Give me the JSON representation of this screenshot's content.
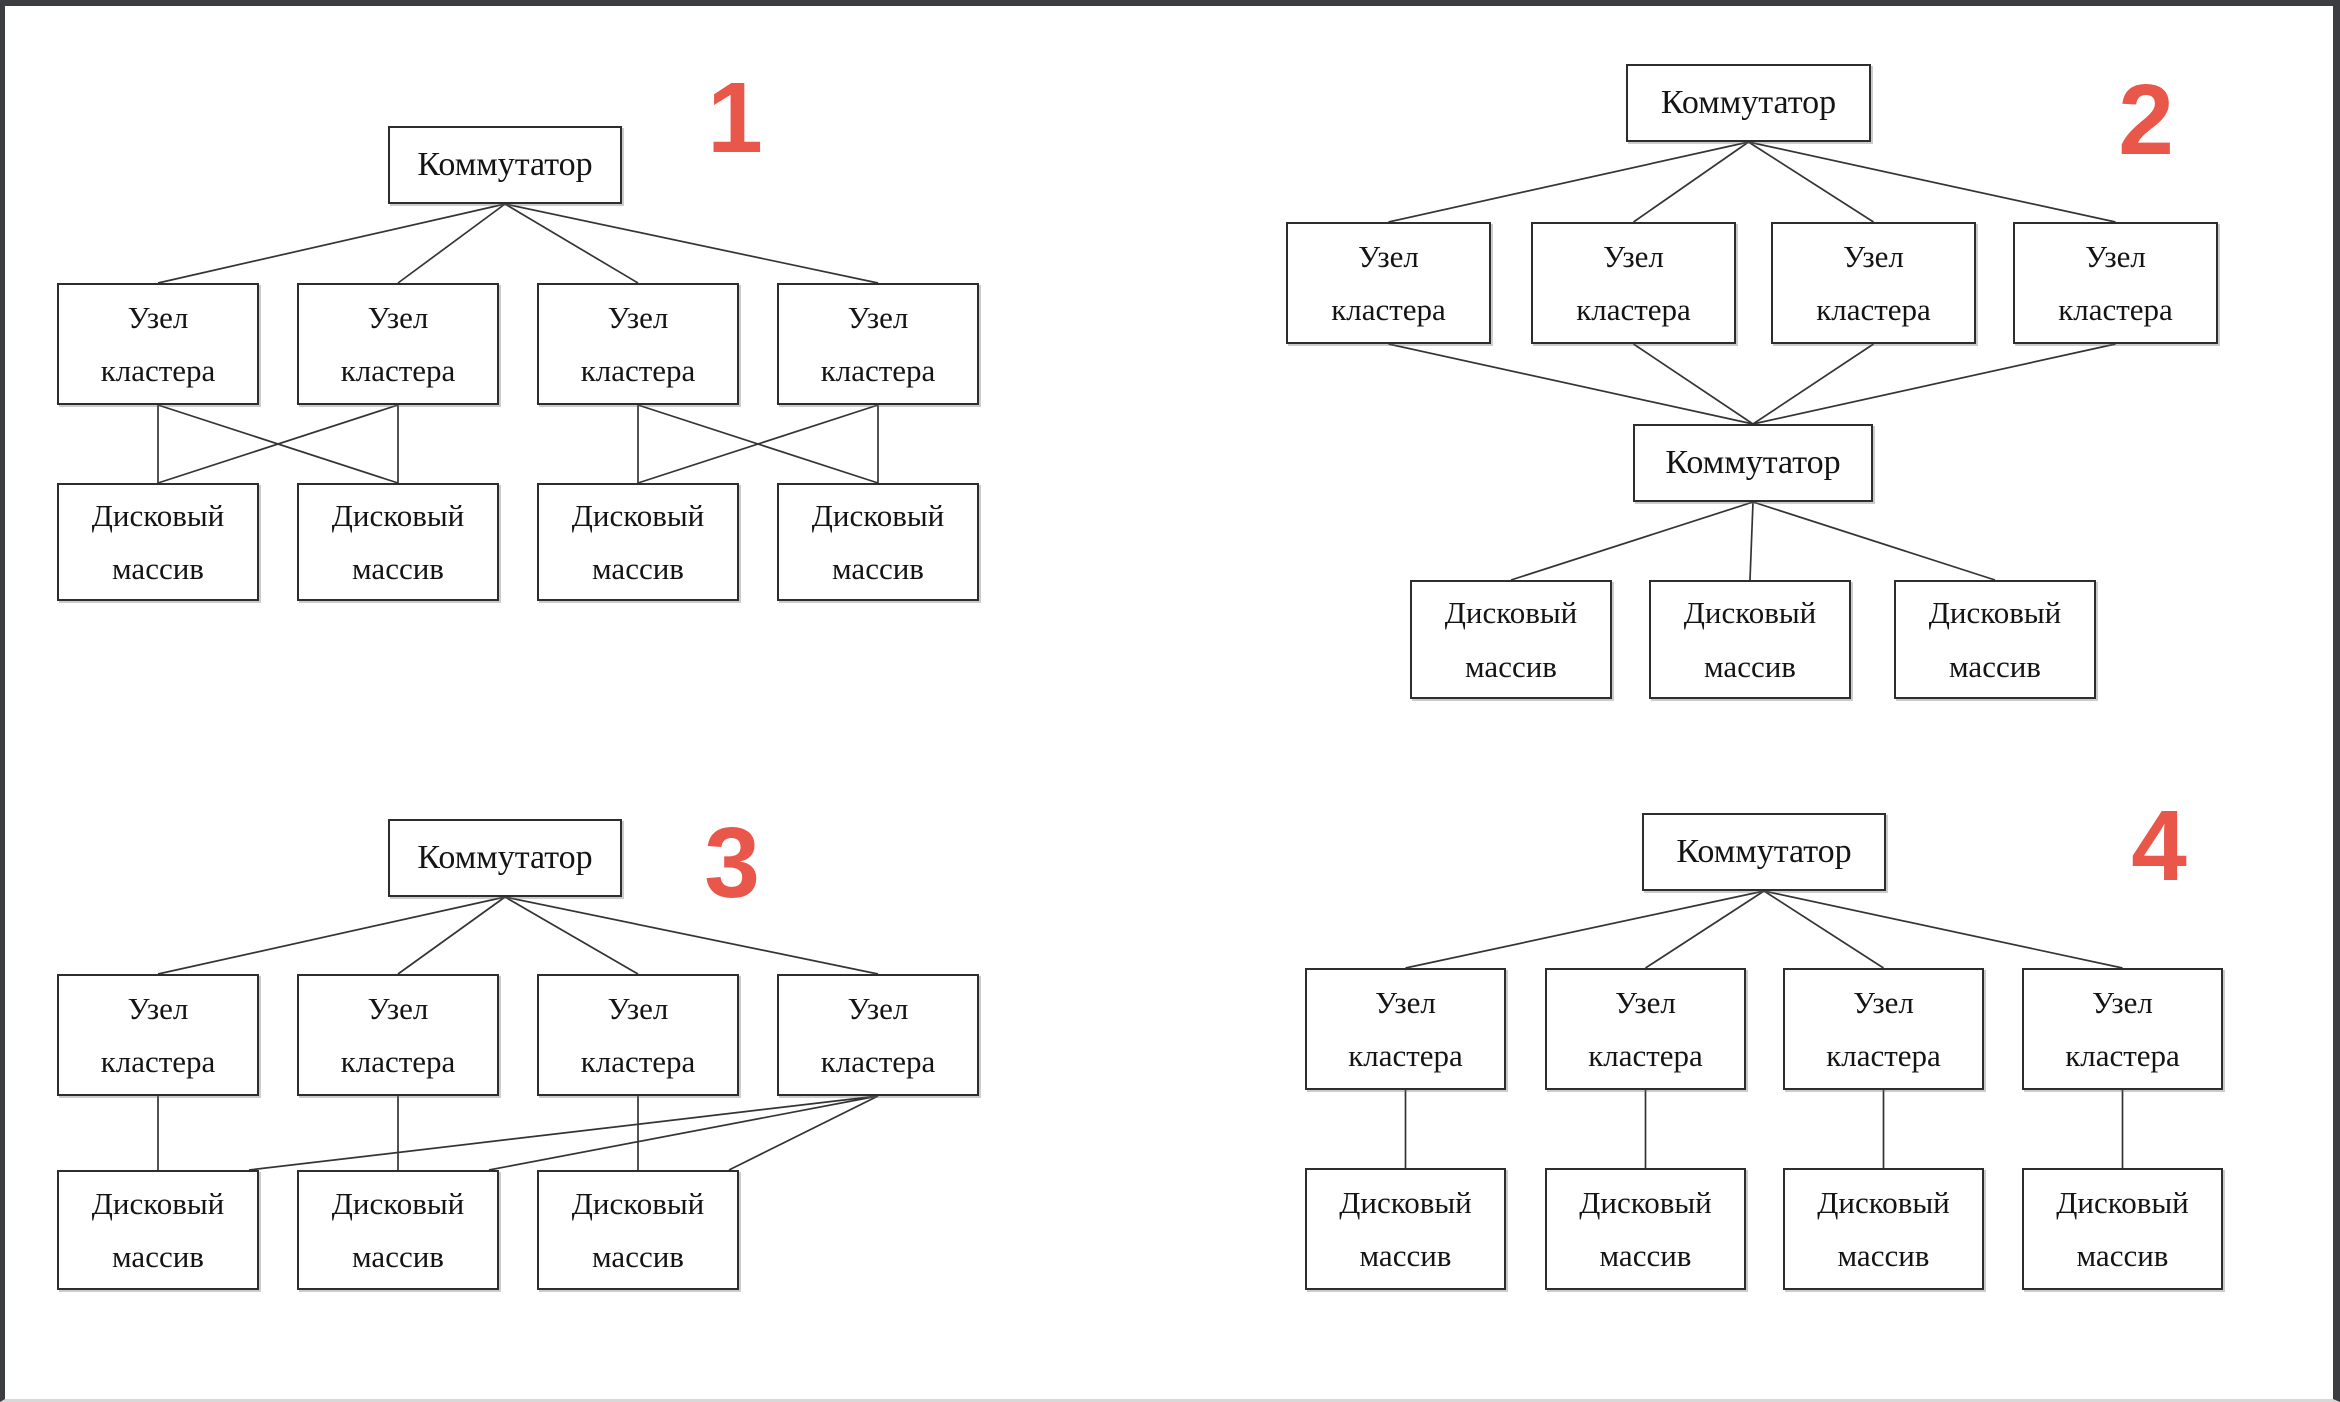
{
  "frame": {
    "background": "#ffffff",
    "border_color": "#3b3d41"
  },
  "style_colors": {
    "badge_color": "#e9564a",
    "line_color": "#343434",
    "box_border_color": "#2d2d2d"
  },
  "labels": {
    "switch": "Коммутатор",
    "node_lines": [
      "Узел",
      "кластера"
    ],
    "disk_lines": [
      "Дисковый",
      "массив"
    ]
  },
  "diagrams": [
    {
      "number": "1",
      "switch_count": 1,
      "node_count": 4,
      "disk_count": 4,
      "edges": [
        "sw>n1",
        "sw>n2",
        "sw>n3",
        "sw>n4",
        "n1>d1",
        "n1>d2",
        "n2>d1",
        "n2>d2",
        "n3>d3",
        "n3>d4",
        "n4>d3",
        "n4>d4"
      ]
    },
    {
      "number": "2",
      "switch_count": 2,
      "node_count": 4,
      "disk_count": 3,
      "edges": [
        "sw1>n1",
        "sw1>n2",
        "sw1>n3",
        "sw1>n4",
        "n1>sw2",
        "n2>sw2",
        "n3>sw2",
        "n4>sw2",
        "sw2>d1",
        "sw2>d2",
        "sw2>d3"
      ]
    },
    {
      "number": "3",
      "switch_count": 1,
      "node_count": 4,
      "disk_count": 3,
      "edges": [
        "sw>n1",
        "sw>n2",
        "sw>n3",
        "sw>n4",
        "n1>d1",
        "n2>d2",
        "n3>d3",
        "n4>d1:tr",
        "n4>d2:tr",
        "n4>d3:tr"
      ]
    },
    {
      "number": "4",
      "switch_count": 1,
      "node_count": 4,
      "disk_count": 4,
      "edges": [
        "sw>n1",
        "sw>n2",
        "sw>n3",
        "sw>n4",
        "n1>d1",
        "n2>d2",
        "n3>d3",
        "n4>d4"
      ]
    }
  ]
}
